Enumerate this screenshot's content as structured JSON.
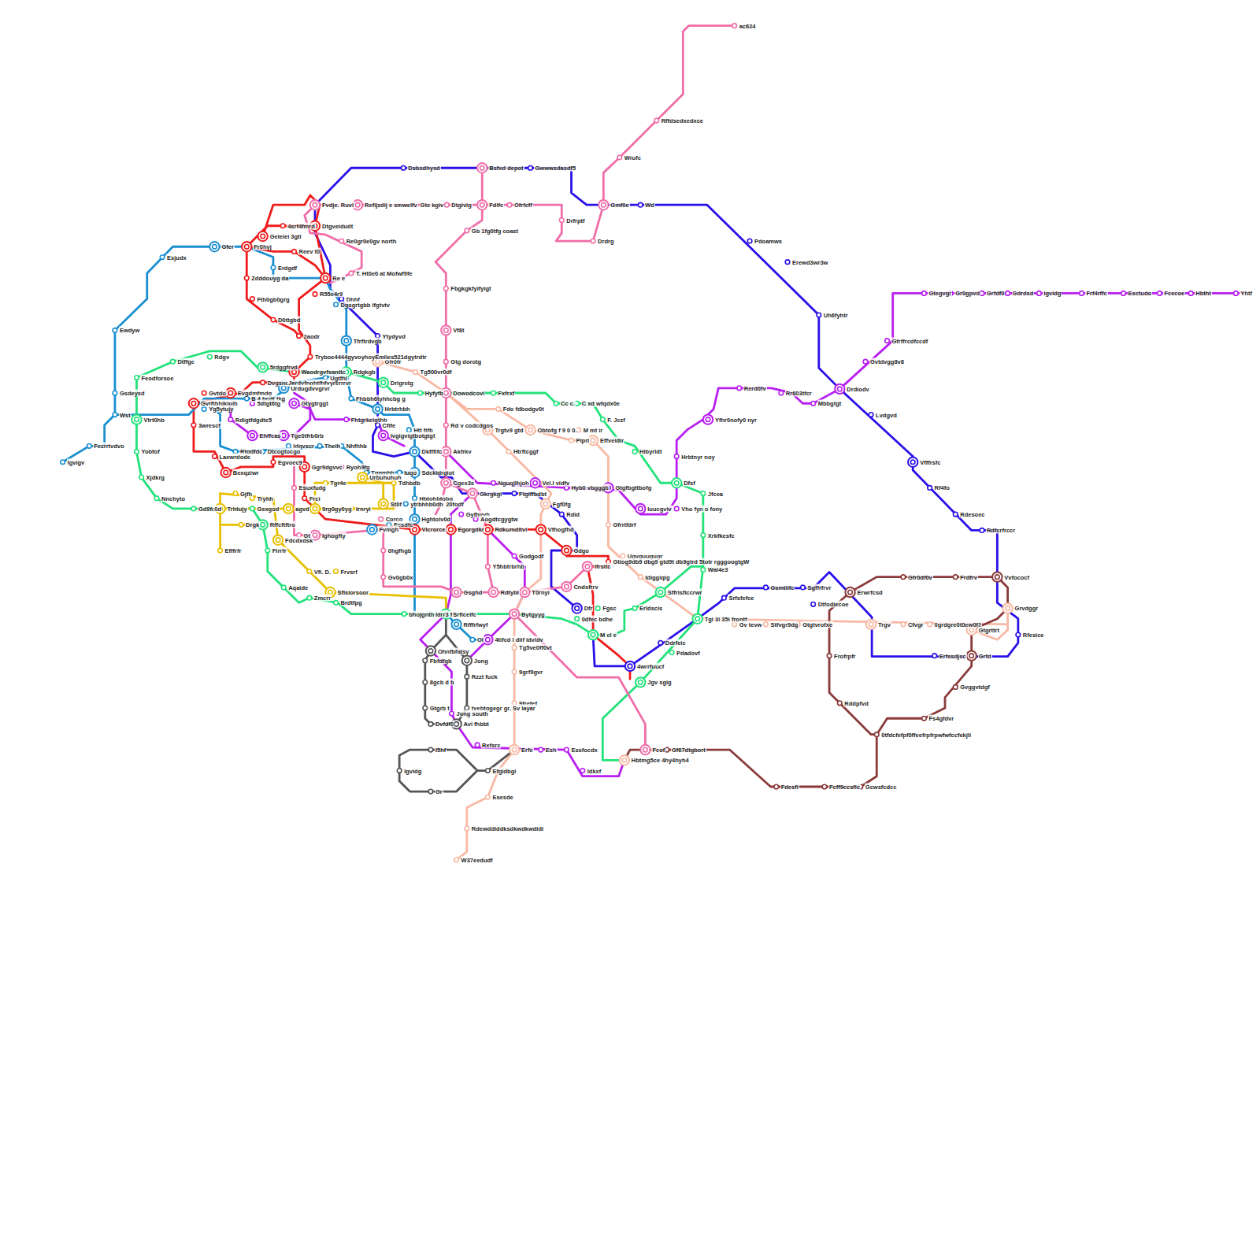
{
  "diagram": {
    "labels": [
      "ac624",
      "Rffdsedxedxce",
      "Wrufc",
      "Gmf0e",
      "Wd",
      "Drdrg",
      "Drfrptf",
      "Ofrfcff",
      "Fdifc",
      "Dtgivig",
      "Gte kgiv",
      "Refijzdij e smwelfv",
      "Fvdje. Ruvl",
      "Bsfxd depot",
      "Dsbsdhysd",
      "Gwwwsdasdf5",
      "Pdoamws",
      "Erewd3wr3w",
      "Uh6fyhtr",
      "Drdiodv",
      "Lvdgvd",
      "Vfffrsfc",
      "Rf4fo",
      "Rdesoec",
      "Rdfcrfrccr",
      "Gb 1fg0tfg coast",
      "Fbgkgkfyifyigt",
      "Vf8t",
      "Gtg dorotg",
      "Tg500vr0df",
      "Gfr0fr",
      "Gfer",
      "Esjudx",
      "Fr0hyj",
      "Ewdyw",
      "Gsdeysd",
      "Wst",
      "Vtrt0hb",
      "Fezrrtvdvo",
      "Igvigv",
      "Geleiei 3gti",
      "4srf4fmrd",
      "Dtgveidudt",
      "Re0gr0e0gv north",
      "Reev t0",
      "Erdgdf",
      "Zdddouyg da",
      "Re e",
      "T. Ht0e0 at Mofwf9fe",
      "Fth0gb0grg",
      "R55e4r9",
      "Dhhf",
      "Dgsgrtgbb ifgtvtv",
      "D0ttgbd",
      "2aodr",
      "Tfrftrdvgb",
      "Ytydyvd",
      "Tryboe4444gyvoyhoyEmlies521dgytrdtr",
      "Rdgv",
      "Dtffgc",
      "5rdggfrvd",
      "Feodforsoe",
      "Waodrgvfsanttc",
      "Rdgkgb",
      "Drigretg",
      "Hyfyfb",
      "Dowodcovi",
      "Fxfrxf",
      "Cc c.",
      "C xd wfqdx0e",
      "F.   Jczf",
      "Gvtdo",
      "Evgdmfmdg",
      "Dvgsncv",
      "Jardvfnghtfhfvyrerrrvr",
      "Ugtfhl",
      "B 4 bcdt tkg",
      "Urdugdvvgrvr",
      "Fhbbh6tyhhcbg g",
      "Hrbtrhbh",
      "Gvrftbhjkjujh",
      "Yg5ytujy",
      "5dtgt6tg",
      "Gtygtrggt",
      "Rdigtfdgdte5",
      "3wrescf",
      "Fhtgrkeigthb",
      "Cfife",
      "Htt fifb",
      "Ivgigvigtbotgtgt",
      "Ehffcas",
      "Tge0tfrb0rb",
      "Idgvscr",
      "Theih",
      "Nhfhhb",
      "Dkfffifc",
      "Rd v codcdgos",
      "Akfrkv",
      "Rtgdfdc",
      "Dtcogtocgo",
      "Laewrdode",
      "Egvoec9",
      "Bexqziwr",
      "Ggr9dgvvc",
      "Ryoh9fg",
      "Tggmhh",
      "Iuqo",
      "Urbuhuhuh",
      "Sdckidrgiot",
      "Tgr4e",
      "Tdhbdb",
      "Esuxfudg",
      "Frci",
      "Hbtohbtobg",
      "20fodf",
      "St0f",
      "ytrbhhb0dh",
      "Cgex3s",
      "Gjfh",
      "Tryhh",
      "Trhtujy",
      "Gsxgod",
      "agvd",
      "9rg0gy0yg",
      "Irnryi",
      "Gd9fc",
      "0d",
      "Nnchyto",
      "Xjdkrg",
      "Yobfof",
      "Corco",
      "Ecsdfc",
      "Hghtolv0d",
      "Drgk",
      "Rffcftftro",
      "Efffrfr",
      "Fdcdxdsk",
      "Gt",
      "Ighogfty",
      "Fvmgh",
      "Vlcrorce",
      "Egorgdkr",
      "Rdkumdltvi",
      "Vfhogfhd",
      "Flrrfr",
      "0hgfhgb",
      "Vfi. D.",
      "Frvsrf",
      "Aqaide",
      "Zmcrr",
      "Brdtfpg",
      "Sflsiorsoor",
      "Gv0gb0x",
      "bhojgnth",
      "Idrr3 fif",
      "Srficeifc",
      "Bytgyyg",
      "Gsghd",
      "Rdtybl",
      "T0rnyi",
      "Y5hbtrbrhb",
      "Godgodf",
      "Gyfhyvh",
      "Aogdtcgygtw",
      "Nguqjlhjoh",
      "Vel.l vidfv",
      "Hyb0 vbgggb",
      "Gtgfbgttbofg",
      "Iuucgviv",
      "Vho fyn o fony",
      "Hrbtnyr noy",
      "Yfhr0nofy0 nyr",
      "Rerd0fv",
      "Rr603tfcr",
      "Mbbgtgt",
      "Gvtdvgg8v8",
      "Gfrffrcdfccdf",
      "Gtegvgr",
      "Gr0gpvd",
      "Grfdf0",
      "Gdrdsd",
      "Igvidg",
      "Frf4rffc",
      "Esctudo",
      "Fcecoe",
      "Hbtht",
      "Yhtf",
      "Dfsf",
      "Jfcea",
      "Xrkfkesfc",
      "Hibyrldt",
      "Effveidir",
      "Pipri",
      "Obtofg f 9 0 0.",
      "M mt ir",
      "Trgtv9 gtd",
      "Fdo fdbodgv0t",
      "Htrftcggf",
      "Gkrgkgl",
      "Ftgiffbdbt",
      "Fgf0fg",
      "Rdid",
      "Gfrrtfdrf",
      "Ugvguugugr",
      "Gtiog9db9 dbg9 gtd9t db9gtrd 5totr rgggoogtgW",
      "Wal4e3",
      "Idiggiqig",
      "Sffrisficcrwr",
      "Srfsfefce",
      "Gsmtlifc",
      "Sgffrfrvr",
      "Dtfodiecoe",
      "Tgi 3i 35i frontf",
      "Gv tevw",
      "Stfvgr9dg",
      "Gtgtvrofxe",
      "Trgv",
      "Cfvgr",
      "0grdgre0t0ew0f2",
      "Gtgrttrt",
      "Grvdggr",
      "Rfesice",
      "Vvfococf",
      "Frdfrv",
      "Gfr0df0v",
      "Erwrfcsd",
      "Frofrpfr",
      "Rddpfvd",
      "Erfssdjsc",
      "Grfd",
      "Gvggvtdgf",
      "Fs4gfdvr",
      "0tfdcfefpf0ffeefrpfrpwfwfccfekjli",
      "Gcwsfcdcc",
      "Fcff9ccsfic",
      "Fdesfi",
      "Hbtmg5ce 4hy4hyh4",
      "Fcof",
      "Gf67dtgbort",
      "Jgv sgig",
      "Pdadovf",
      "Ddrfeic",
      "4wrrfuucf",
      "M cl e",
      "Erldscis",
      "Dfr",
      "Fgsc",
      "0dfec bdhe",
      "4tifcd l diif idvldv",
      "Tg5ve0ff0vt",
      "9grf9gvr",
      "9frefef",
      "Gtgrb t",
      "Ohnfbhdsy",
      "Fbfdfgb",
      "Jong",
      "8gcb d b",
      "Rzzt fuck",
      "tvebtggegr gr. Sv layar",
      "Jong south",
      "Avi fhbbt",
      "Dvfdf0",
      "Refsrc",
      "Erfe",
      "Esh",
      "Essfocdx",
      "Idkxf",
      "Igvidg",
      "I5hf",
      "Gr",
      "Efgidbgi",
      "Esesde",
      "Rdewddiddksdkwdkwdidi",
      "W37eedudf",
      "Rfffrfwyf",
      "Ol",
      "Gdgo",
      "Ifrsitc",
      "Cndsfrrv"
    ]
  }
}
